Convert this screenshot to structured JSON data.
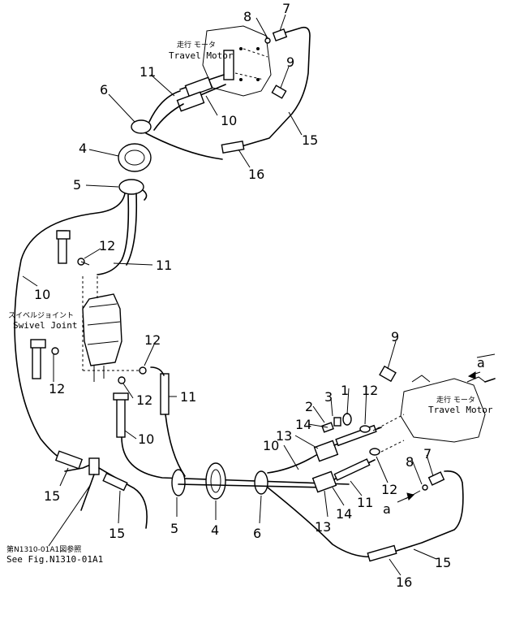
{
  "labels": {
    "travel_motor_top_jp": "走行 モータ",
    "travel_motor_top_en": "Travel Motor",
    "travel_motor_right_jp": "走行 モータ",
    "travel_motor_right_en": "Travel Motor",
    "swivel_joint_jp": "スイベルジョイント",
    "swivel_joint_en": "Swivel Joint",
    "see_fig_jp": "第N1310-01A1図参照",
    "see_fig_en": "See Fig.N1310-01A1",
    "ref_a_top": "a",
    "ref_a_bottom": "a"
  },
  "callouts": [
    {
      "id": "c7a",
      "text": "7"
    },
    {
      "id": "c8a",
      "text": "8"
    },
    {
      "id": "c9a",
      "text": "9"
    },
    {
      "id": "c11a",
      "text": "11"
    },
    {
      "id": "c6a",
      "text": "6"
    },
    {
      "id": "c10a",
      "text": "10"
    },
    {
      "id": "c15a",
      "text": "15"
    },
    {
      "id": "c4a",
      "text": "4"
    },
    {
      "id": "c16a",
      "text": "16"
    },
    {
      "id": "c5a",
      "text": "5"
    },
    {
      "id": "c12a",
      "text": "12"
    },
    {
      "id": "c11b",
      "text": "11"
    },
    {
      "id": "c10b",
      "text": "10"
    },
    {
      "id": "c12b",
      "text": "12"
    },
    {
      "id": "c12c",
      "text": "12"
    },
    {
      "id": "c9b",
      "text": "9"
    },
    {
      "id": "c12d",
      "text": "12"
    },
    {
      "id": "c11c",
      "text": "11"
    },
    {
      "id": "c3",
      "text": "3"
    },
    {
      "id": "c1",
      "text": "1"
    },
    {
      "id": "c12e",
      "text": "12"
    },
    {
      "id": "c2",
      "text": "2"
    },
    {
      "id": "c14a",
      "text": "14"
    },
    {
      "id": "c13a",
      "text": "13"
    },
    {
      "id": "c10c",
      "text": "10"
    },
    {
      "id": "c10d",
      "text": "10"
    },
    {
      "id": "c15b",
      "text": "15"
    },
    {
      "id": "c15c",
      "text": "15"
    },
    {
      "id": "c5b",
      "text": "5"
    },
    {
      "id": "c4b",
      "text": "4"
    },
    {
      "id": "c6b",
      "text": "6"
    },
    {
      "id": "c7b",
      "text": "7"
    },
    {
      "id": "c8b",
      "text": "8"
    },
    {
      "id": "c12f",
      "text": "12"
    },
    {
      "id": "c11d",
      "text": "11"
    },
    {
      "id": "c13b",
      "text": "13"
    },
    {
      "id": "c14b",
      "text": "14"
    },
    {
      "id": "c15d",
      "text": "15"
    },
    {
      "id": "c16b",
      "text": "16"
    }
  ]
}
